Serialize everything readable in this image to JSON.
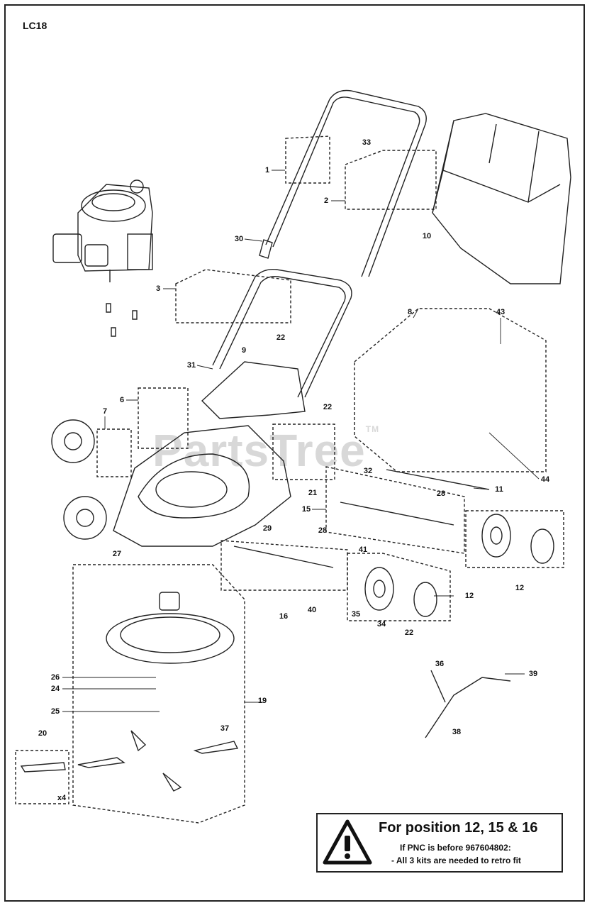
{
  "model": "LC18",
  "watermark": "PartsTree",
  "watermark_tm": "TM",
  "notice": {
    "title": "For position 12, 15 & 16",
    "line1": "If PNC is before 967604802:",
    "line2": "- All 3 kits are needed to retro fit"
  },
  "callouts": [
    "1",
    "2",
    "33",
    "30",
    "10",
    "3",
    "22",
    "8",
    "43",
    "31",
    "9",
    "6",
    "7",
    "22",
    "32",
    "11",
    "21",
    "15",
    "28",
    "44",
    "29",
    "28",
    "41",
    "27",
    "12",
    "40",
    "16",
    "35",
    "34",
    "22",
    "12",
    "19",
    "26",
    "24",
    "25",
    "20",
    "37",
    "36",
    "39",
    "38",
    "x4"
  ]
}
